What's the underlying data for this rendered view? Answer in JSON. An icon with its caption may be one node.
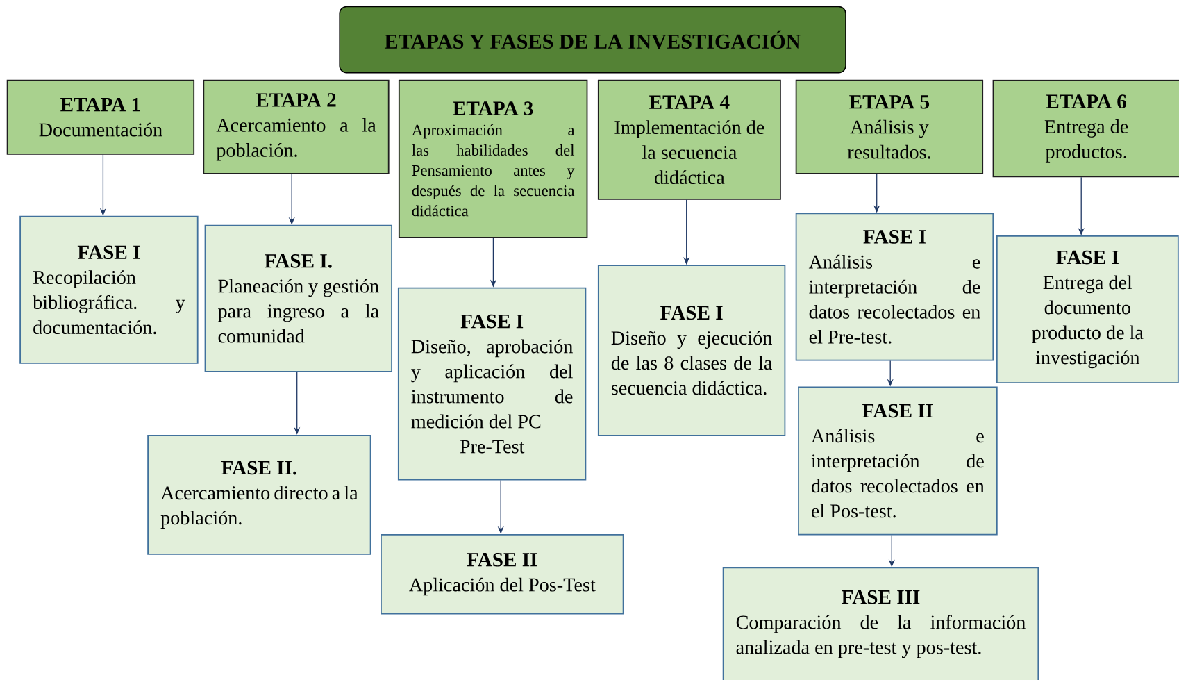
{
  "diagram": {
    "nodes": [
      {
        "text": [
          "ETAPAS Y FASES DE LA INVESTIGACIÓN"
        ]
      },
      {
        "text": [
          "ETAPA 1",
          "Documentación"
        ]
      },
      {
        "text": [
          "ETAPA 2",
          "Acercamiento a la población."
        ]
      },
      {
        "text": [
          "ETAPA 3",
          "Aproximación a las habilidades del Pensamiento antes y después de la secuencia didáctica"
        ]
      },
      {
        "text": [
          "ETAPA 4",
          "Implementación de la secuencia didáctica"
        ]
      },
      {
        "text": [
          "ETAPA 5",
          "Análisis y resultados."
        ]
      },
      {
        "text": [
          "ETAPA 6",
          "Entrega de productos."
        ]
      },
      {
        "text": [
          "FASE I",
          "Recopilación bibliográfica. y documentación."
        ]
      },
      {
        "text": [
          "FASE I.",
          "Planeación y gestión para ingreso a la comunidad"
        ]
      },
      {
        "text": [
          "FASE II.",
          "Acercamiento directo a la población."
        ]
      },
      {
        "text": [
          "FASE I",
          "Diseño, aprobación y aplicación del instrumento de medición del PC",
          "Pre-Test"
        ]
      },
      {
        "text": [
          "FASE II",
          "Aplicación del Pos-Test"
        ]
      },
      {
        "text": [
          "FASE I",
          "Diseño y ejecución de las 8 clases de la secuencia didáctica."
        ]
      },
      {
        "text": [
          "FASE I",
          "Análisis e interpretación de datos recolectados en el Pre-test."
        ]
      },
      {
        "text": [
          "FASE II",
          "Análisis e interpretación de datos recolectados en el Pos-test."
        ]
      },
      {
        "text": [
          "FASE III",
          "Comparación de la información analizada en pre-test y pos-test."
        ]
      },
      {
        "text": [
          "FASE I",
          "Entrega del documento producto de la investigación"
        ]
      }
    ],
    "edges": [
      {
        "from": 1,
        "to": 7,
        "arrow": "to"
      },
      {
        "from": 2,
        "to": 8,
        "arrow": "to"
      },
      {
        "from": 8,
        "to": 9,
        "arrow": "to"
      },
      {
        "from": 3,
        "to": 10,
        "arrow": "to"
      },
      {
        "from": 10,
        "to": 11,
        "arrow": "to"
      },
      {
        "from": 4,
        "to": 12,
        "arrow": "to"
      },
      {
        "from": 5,
        "to": 13,
        "arrow": "to"
      },
      {
        "from": 13,
        "to": 14,
        "arrow": "to"
      },
      {
        "from": 14,
        "to": 15,
        "arrow": "to"
      },
      {
        "from": 6,
        "to": 16,
        "arrow": "to"
      }
    ]
  }
}
